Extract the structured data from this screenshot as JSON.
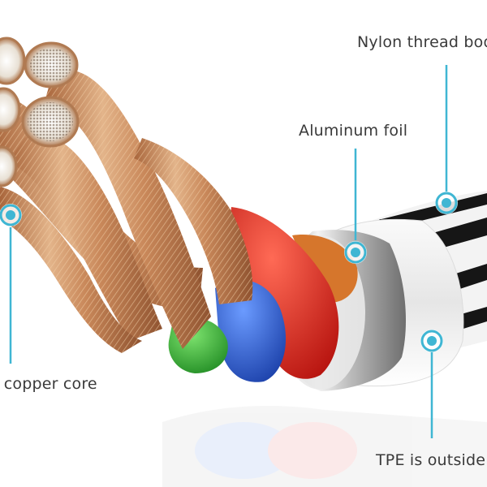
{
  "labels": {
    "nylon": "Nylon thread bod",
    "foil": "Aluminum foil",
    "copper": "l copper core",
    "tpe": "TPE is outside"
  },
  "colors": {
    "accent": "#3fb6d3",
    "copper": "#c98a5a",
    "wire_red": "#e0281e",
    "wire_blue": "#2a62d8",
    "wire_green": "#3db53a",
    "foil": "#c8c8c8",
    "sleeve_black": "#161616"
  }
}
